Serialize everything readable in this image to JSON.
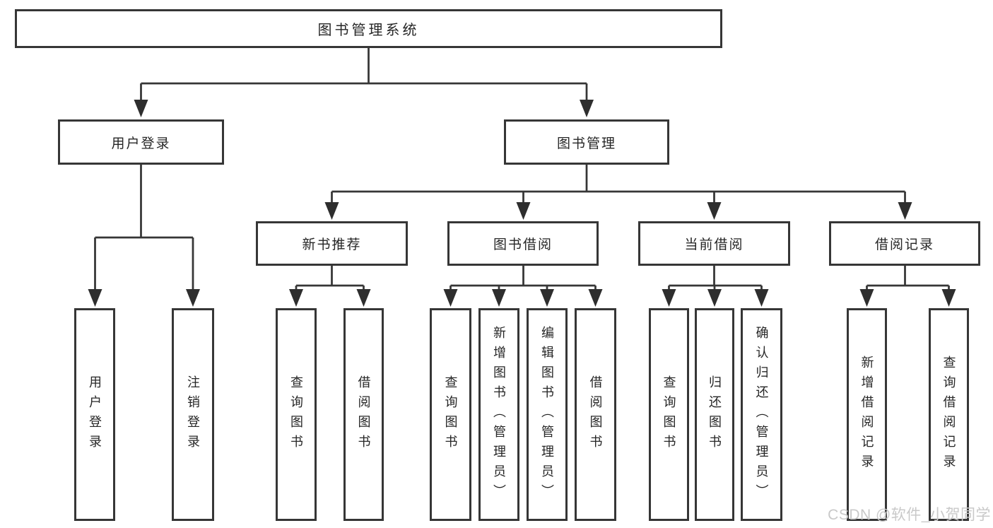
{
  "title": "图书管理系统",
  "level2": [
    {
      "label": "用户登录"
    },
    {
      "label": "图书管理"
    }
  ],
  "level3": [
    {
      "label": "新书推荐"
    },
    {
      "label": "图书借阅"
    },
    {
      "label": "当前借阅"
    },
    {
      "label": "借阅记录"
    }
  ],
  "leaves": {
    "login": [
      {
        "label": "用户登录"
      },
      {
        "label": "注销登录"
      }
    ],
    "recommend": [
      {
        "label": "查询图书"
      },
      {
        "label": "借阅图书"
      }
    ],
    "borrow": [
      {
        "label": "查询图书"
      },
      {
        "label": "新增图书（管理员）"
      },
      {
        "label": "编辑图书（管理员）"
      },
      {
        "label": "借阅图书"
      }
    ],
    "current": [
      {
        "label": "查询图书"
      },
      {
        "label": "归还图书"
      },
      {
        "label": "确认归还（管理员）"
      }
    ],
    "records": [
      {
        "label": "新增借阅记录"
      },
      {
        "label": "查询借阅记录"
      }
    ]
  },
  "watermark": "CSDN @软件_小贺同学",
  "colors": {
    "line": "#363636",
    "text": "#262626",
    "box_background": "#ffffff",
    "watermark": "#c9c9c9"
  }
}
